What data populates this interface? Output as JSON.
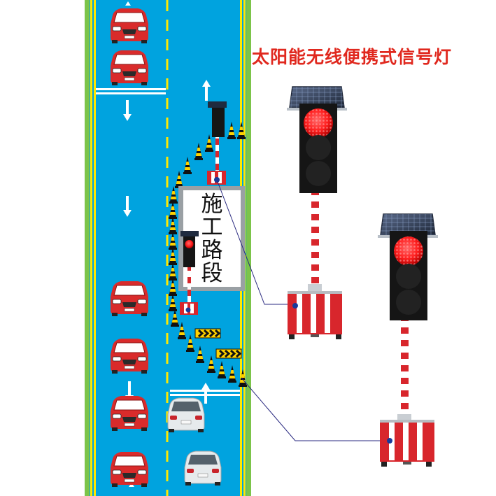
{
  "title": "太阳能无线便携式信号灯",
  "sign": {
    "chars": [
      "施",
      "工",
      "路",
      "段"
    ]
  },
  "colors": {
    "road": "#00a3df",
    "title": "#e0281e",
    "lane_yellow": "#ffe800",
    "lane_green": "#7cc44a",
    "signal_red": "#ff2a2a",
    "pole_red": "#d8262c",
    "car_red": "#d92b2b",
    "car_white": "#e6eaec"
  },
  "icons": [
    "solar-panel-icon",
    "traffic-light-icon",
    "traffic-cone-icon",
    "chevron-sign-icon",
    "arrow-icon",
    "car-icon"
  ]
}
